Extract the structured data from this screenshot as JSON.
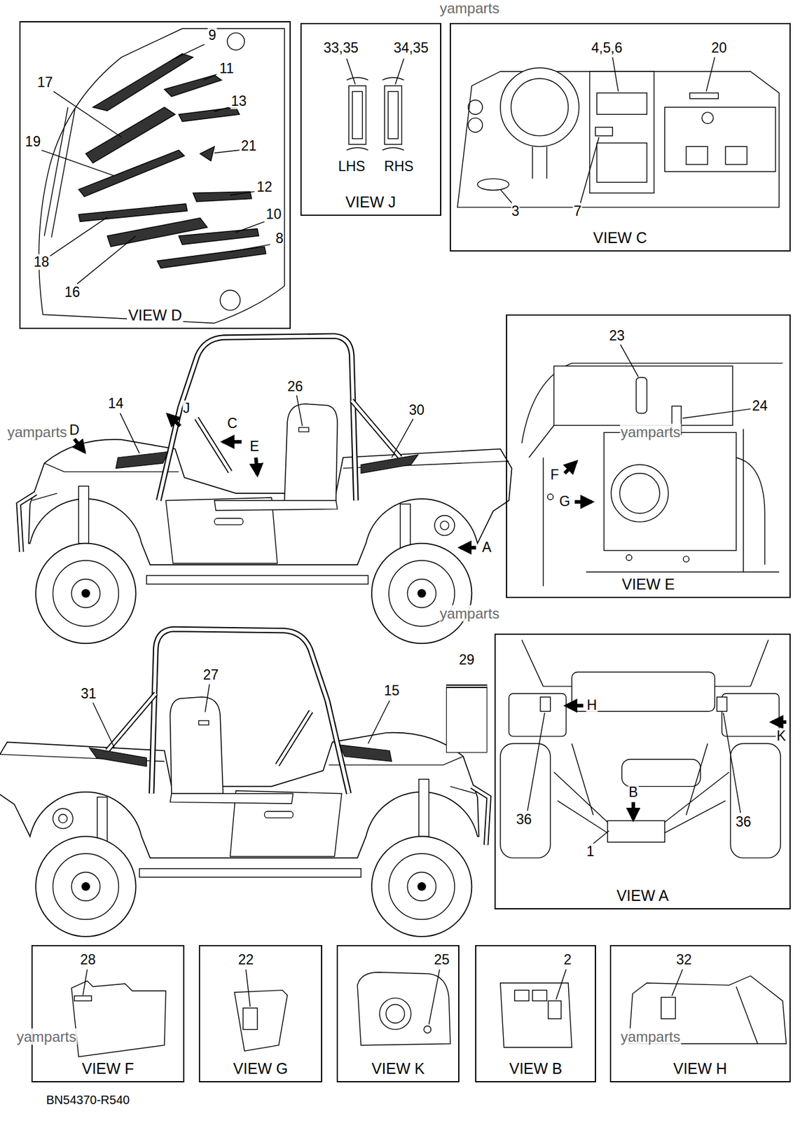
{
  "diagram": {
    "nodes": [
      {
        "text": [
          "VIEW D"
        ]
      },
      {
        "text": [
          "VIEW J"
        ]
      },
      {
        "text": [
          "VIEW C"
        ]
      },
      {
        "text": [
          "VIEW E"
        ]
      },
      {
        "text": [
          "29"
        ]
      },
      {
        "text": [
          "VIEW A"
        ]
      },
      {
        "text": [
          "VIEW F"
        ]
      },
      {
        "text": [
          "VIEW G"
        ]
      },
      {
        "text": [
          "VIEW K"
        ]
      },
      {
        "text": [
          "VIEW B"
        ]
      },
      {
        "text": [
          "VIEW H"
        ]
      }
    ],
    "labels": [
      "yamparts",
      "9",
      "33,35",
      "34,35",
      "4,5,6",
      "20",
      "11",
      "17",
      "13",
      "19",
      "21",
      "LHS",
      "RHS",
      "12",
      "3",
      "7",
      "10",
      "8",
      "18",
      "16",
      "23",
      "26",
      "14",
      "J",
      "24",
      "30",
      "C",
      "D",
      "yamparts",
      "yamparts",
      "E",
      "F",
      "G",
      "A",
      "yamparts",
      "27",
      "31",
      "15",
      "H",
      "K",
      "B",
      "36",
      "36",
      "1",
      "28",
      "22",
      "25",
      "2",
      "32",
      "yamparts",
      "yamparts",
      "BN54370-R540"
    ]
  }
}
